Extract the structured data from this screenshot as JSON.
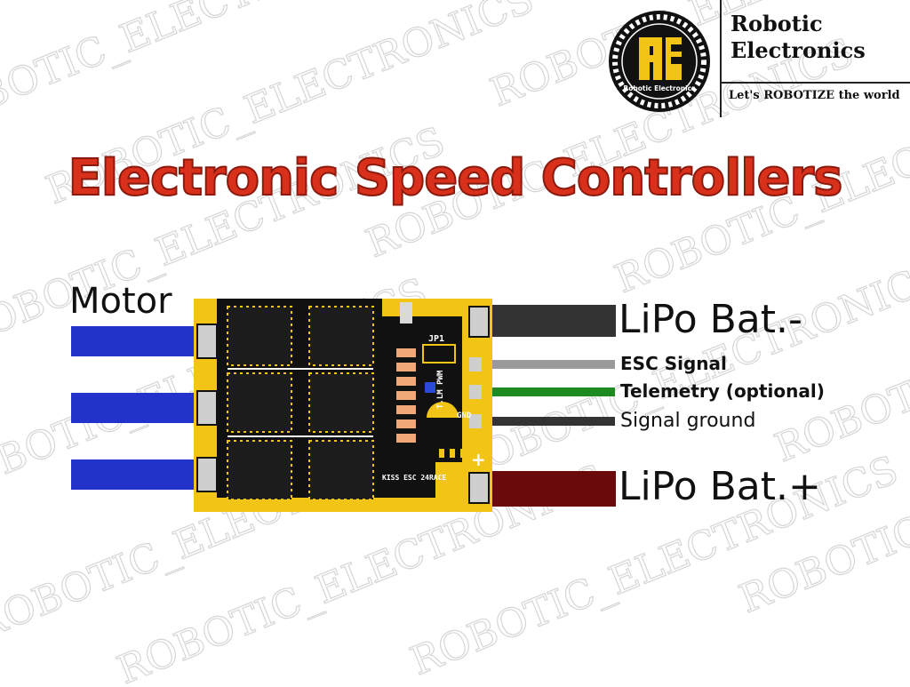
{
  "watermark_text": "ROBOTIC_ELECTRONICS",
  "brand": {
    "logo_text": "Robotic Electronics",
    "name_line1": "Robotic",
    "name_line2": "Electronics",
    "tagline": "Let's ROBOTIZE the world"
  },
  "title": "Electronic Speed Controllers",
  "board": {
    "marking_1": "JP1",
    "marking_2": "T.LM PWM",
    "marking_3": "GND",
    "marking_4": "KISS ESC 24RACE"
  },
  "labels": {
    "motor": "Motor",
    "lipo_neg": "LiPo Bat.-",
    "esc_signal": "ESC Signal",
    "telemetry": "Telemetry (optional)",
    "signal_ground": "Signal ground",
    "lipo_pos": "LiPo Bat.+"
  },
  "colors": {
    "title": "#d9301b",
    "motor_wires": "#2233cc",
    "lipo_neg_wire": "#333333",
    "esc_signal_wire": "#9a9a9a",
    "telemetry_wire": "#1f8a1f",
    "signal_ground_wire": "#333333",
    "lipo_pos_wire": "#6b0a0a",
    "board": "#111111",
    "board_accent": "#f2c416"
  }
}
